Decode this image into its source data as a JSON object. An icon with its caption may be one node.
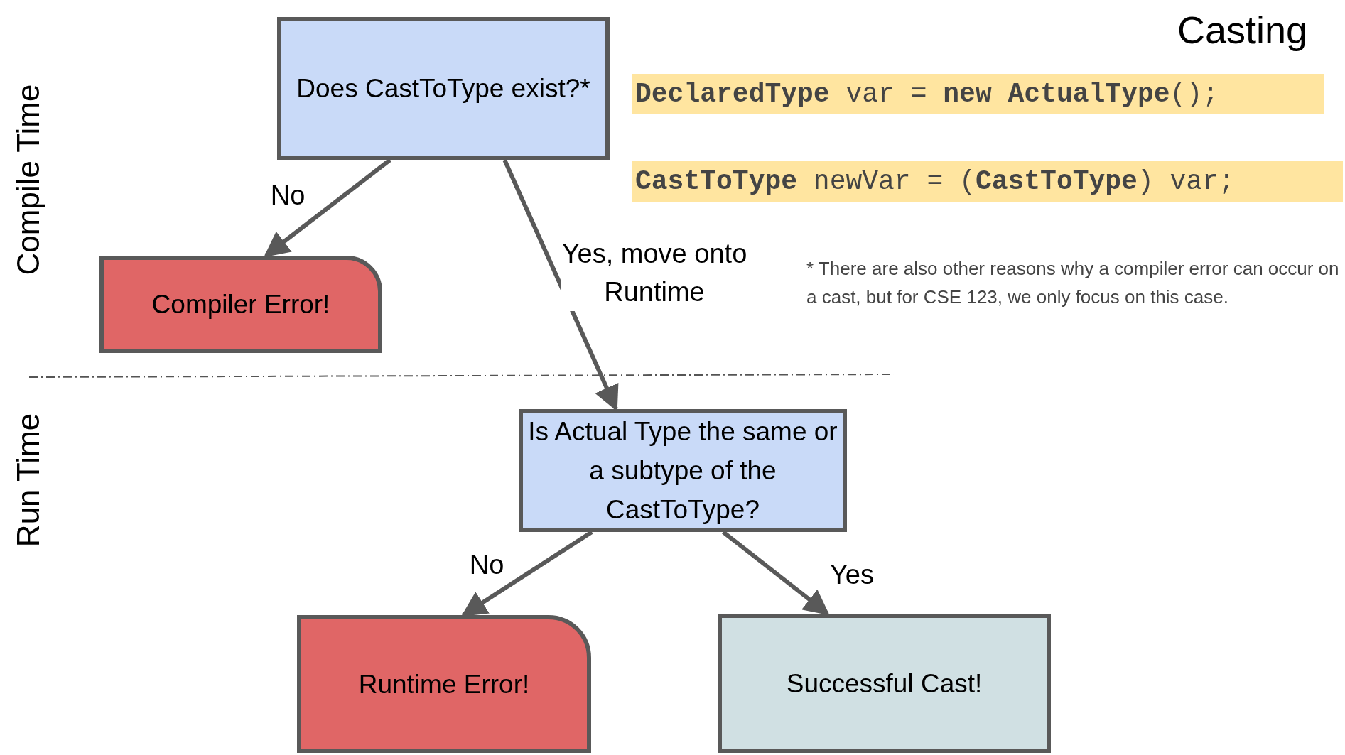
{
  "diagram": {
    "nodes": [
      {
        "text": [
          "Does CastToType exist?*"
        ]
      },
      {
        "text": [
          "Compiler Error!"
        ]
      },
      {
        "text": [
          "Is Actual Type the same or a subtype of the CastToType?"
        ]
      },
      {
        "text": [
          "Runtime Error!"
        ]
      },
      {
        "text": [
          "Successful Cast!"
        ]
      }
    ],
    "edges": [
      {
        "from": 0,
        "to": 1,
        "arrow": "to",
        "label": "No"
      },
      {
        "from": 0,
        "to": 2,
        "arrow": "to",
        "label": "Yes, move onto Runtime"
      },
      {
        "from": 2,
        "to": 3,
        "arrow": "to",
        "label": "No"
      },
      {
        "from": 2,
        "to": 4,
        "arrow": "to",
        "label": "Yes"
      }
    ],
    "labels": [
      "Casting",
      "**DeclaredType** var = **new** **ActualType**();",
      "**CastToType** newVar = (**CastToType**) var;",
      "* There are also other reasons why a compiler error can occur on a cast, but for CSE 123, we only focus on this case.",
      "Compile Time",
      "Run Time"
    ]
  }
}
